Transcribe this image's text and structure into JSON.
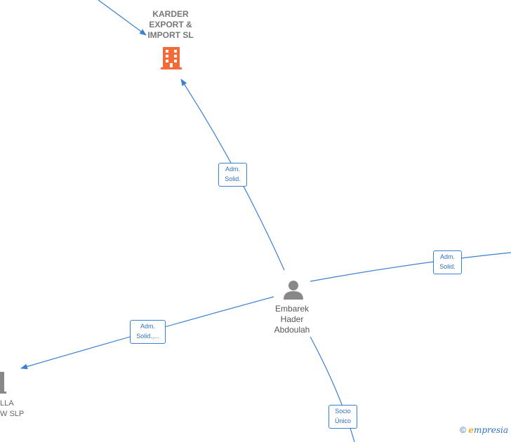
{
  "nodes": {
    "karder": {
      "label_lines": [
        "KARDER",
        "EXPORT &",
        "IMPORT  SL"
      ],
      "icon": "building-icon",
      "color": "#f26b38"
    },
    "person": {
      "label_lines": [
        "Embarek",
        "Hader",
        "Abdoulah"
      ],
      "icon": "person-icon",
      "color": "#888888"
    },
    "left_company": {
      "label_lines": [
        "LLA",
        "W  SLP"
      ],
      "icon": "building-icon",
      "color": "#888888"
    }
  },
  "edges": [
    {
      "id": "to-karder",
      "label_lines": [
        "Adm.",
        "Solid."
      ]
    },
    {
      "id": "to-right",
      "label_lines": [
        "Adm.",
        "Solid."
      ]
    },
    {
      "id": "to-left",
      "label_lines": [
        "Adm.",
        "Solid.,..."
      ]
    },
    {
      "id": "to-bottom",
      "label_lines": [
        "Socio",
        "Único"
      ]
    }
  ],
  "edge_color": "#3a80d0",
  "footer": {
    "symbol": "©",
    "brand_first": "e",
    "brand_rest": "mpresia"
  }
}
